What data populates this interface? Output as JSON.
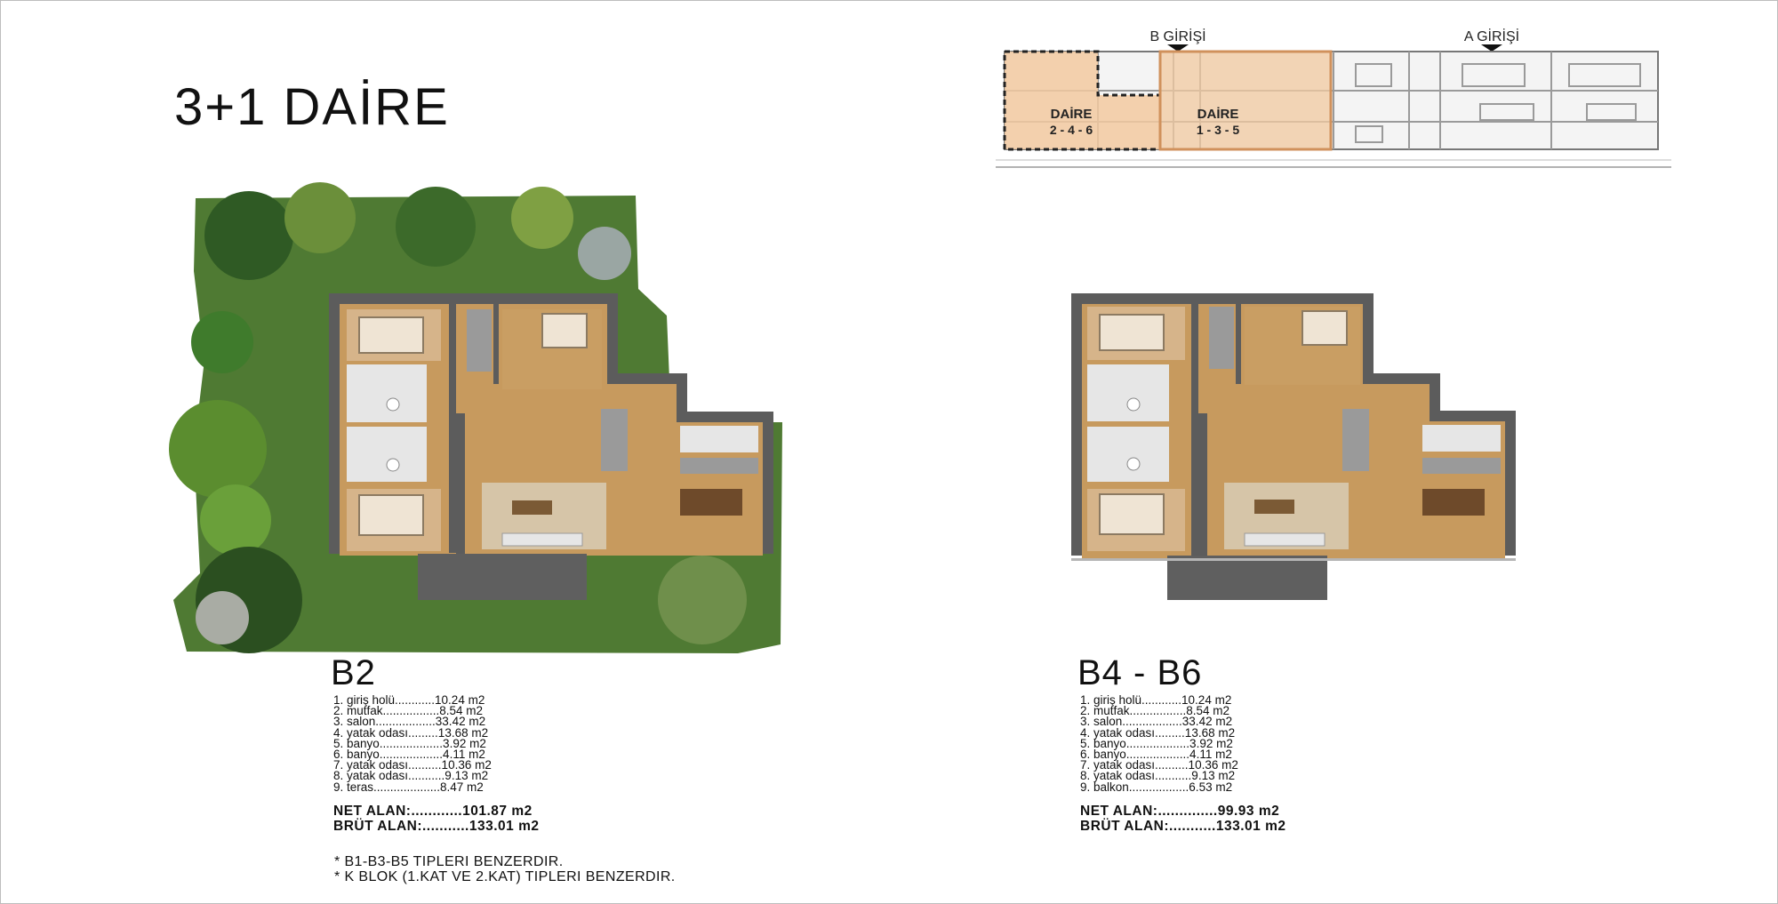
{
  "page_title": "3+1 DAİRE",
  "key_plan": {
    "entrance_b": "B GİRİŞİ",
    "entrance_a": "A GİRİŞİ",
    "unit_left_label": "DAİRE",
    "unit_left_numbers": "2 - 4 - 6",
    "unit_right_label": "DAİRE",
    "unit_right_numbers": "1 - 3 - 5",
    "highlight_color": "#f2c9a0"
  },
  "units": [
    {
      "name": "B2",
      "rooms": [
        "1. giriş holü............10.24 m2",
        "2. mutfak.................8.54 m2",
        "3. salon..................33.42 m2",
        "4. yatak odası.........13.68 m2",
        "5. banyo...................3.92 m2",
        "6. banyo...................4.11 m2",
        "7. yatak odası..........10.36 m2",
        "8. yatak odası...........9.13 m2",
        "9. teras....................8.47 m2"
      ],
      "net_area": "NET ALAN:............101.87 m2",
      "gross_area": "BRÜT ALAN:...........133.01 m2"
    },
    {
      "name": "B4 - B6",
      "rooms": [
        "1. giriş holü............10.24 m2",
        "2. mutfak.................8.54 m2",
        "3. salon..................33.42 m2",
        "4. yatak odası.........13.68 m2",
        "5. banyo...................3.92 m2",
        "6. banyo...................4.11 m2",
        "7. yatak odası..........10.36 m2",
        "8. yatak odası...........9.13 m2",
        "9. balkon..................6.53 m2"
      ],
      "net_area": "NET ALAN:..............99.93 m2",
      "gross_area": "BRÜT ALAN:...........133.01 m2"
    }
  ],
  "notes": [
    "* B1-B3-B5 TIPLERI BENZERDIR.",
    "* K BLOK (1.KAT VE 2.KAT) TIPLERI BENZERDIR."
  ],
  "colors": {
    "wood_floor": "#c79a5e",
    "wall": "#5c5c5c",
    "garden": "#4f7a33",
    "terrace": "#5f5f5f",
    "tile": "#e6e6e6"
  }
}
